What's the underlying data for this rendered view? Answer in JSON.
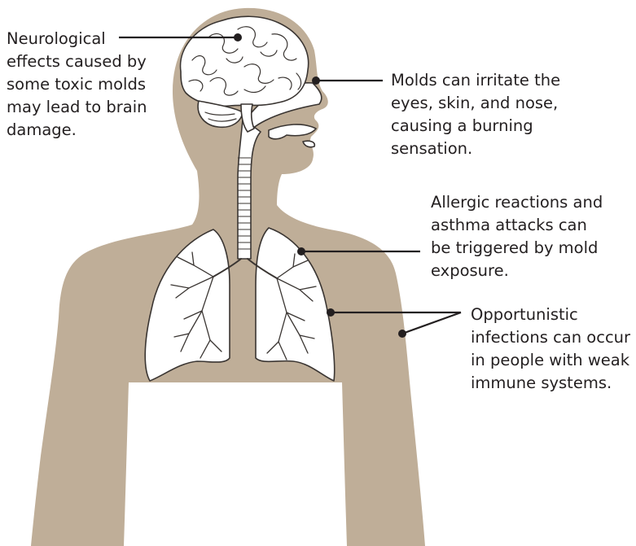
{
  "diagram": {
    "colors": {
      "body": "#bfae98",
      "organ_fill": "#ffffff",
      "organ_outline": "#3a3532",
      "leader_line": "#231f20",
      "text": "#231f20",
      "background": "#ffffff"
    },
    "callouts": {
      "brain": {
        "lines": [
          "Neurological",
          "effects caused by",
          "some toxic molds",
          "may lead to brain",
          "damage."
        ]
      },
      "irritation": {
        "lines": [
          "Molds can irritate the",
          "eyes, skin, and nose,",
          "causing a burning",
          "sensation."
        ]
      },
      "allergy": {
        "lines": [
          "Allergic reactions and",
          "asthma attacks can",
          "be triggered by mold",
          "exposure."
        ]
      },
      "infection": {
        "lines": [
          "Opportunistic",
          "infections can occur",
          "in people with weak",
          "immune systems."
        ]
      }
    }
  }
}
